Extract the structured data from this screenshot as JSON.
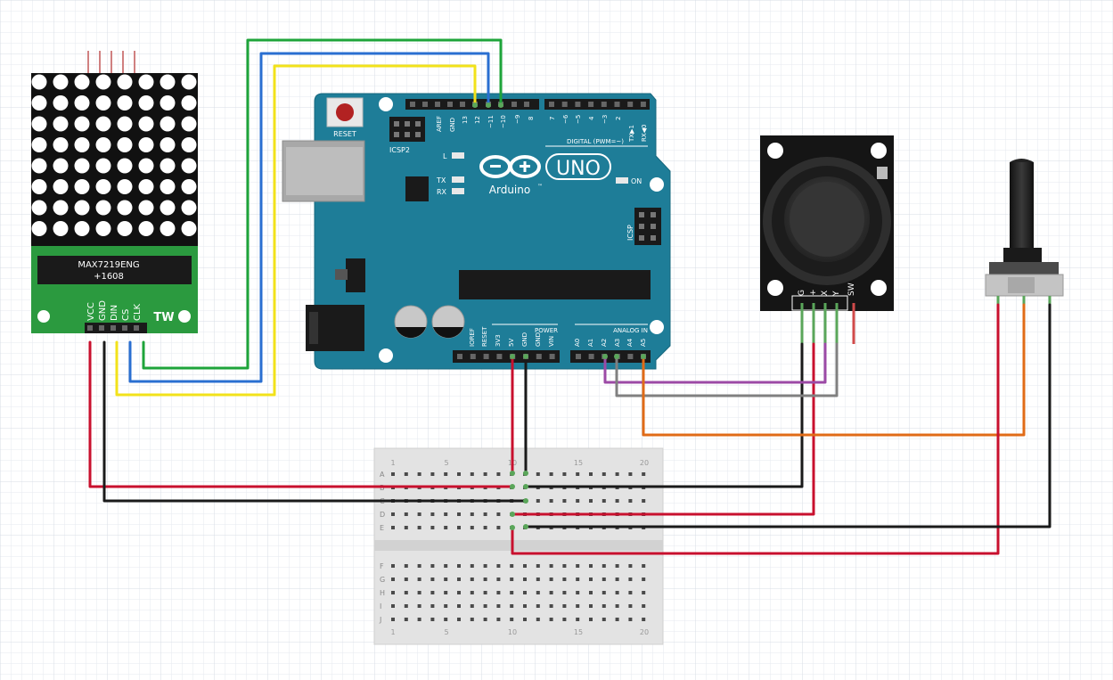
{
  "matrix": {
    "chip_label": "MAX7219ENG",
    "chip_code": "+1608",
    "brand": "TW",
    "pins": [
      "VCC",
      "GND",
      "DIN",
      "CS",
      "CLK"
    ]
  },
  "arduino": {
    "reset_label": "RESET",
    "icsp2_label": "ICSP2",
    "icsp_label": "ICSP",
    "led_l": "L",
    "led_tx": "TX",
    "led_rx": "RX",
    "led_on": "ON",
    "digital_label": "DIGITAL (PWM=~)",
    "brand": "Arduino",
    "tm": "™",
    "model": "UNO",
    "power_label": "POWER",
    "analog_label": "ANALOG IN",
    "digital_pins": [
      "AREF",
      "GND",
      "13",
      "12",
      "~11",
      "~10",
      "~9",
      "8",
      "7",
      "~6",
      "~5",
      "4",
      "~3",
      "2",
      "TX▶1",
      "RX◀0"
    ],
    "power_pins": [
      "IOREF",
      "RESET",
      "3V3",
      "5V",
      "GND",
      "GND",
      "VIN"
    ],
    "analog_pins": [
      "A0",
      "A1",
      "A2",
      "A3",
      "A4",
      "A5"
    ]
  },
  "joystick": {
    "pins": [
      "G",
      "+",
      "X",
      "Y",
      "SW"
    ]
  },
  "breadboard": {
    "rows_top": [
      "A",
      "B",
      "C",
      "D",
      "E"
    ],
    "rows_bottom": [
      "F",
      "G",
      "H",
      "I",
      "J"
    ],
    "col_numbers": [
      "1",
      "5",
      "10",
      "15",
      "20"
    ]
  },
  "colors": {
    "wire_red": "#c8102e",
    "wire_black": "#1a1a1a",
    "wire_green": "#1ea43a",
    "wire_blue": "#2a6fd1",
    "wire_yellow": "#f2e21a",
    "wire_purple": "#9c4aa6",
    "wire_gray": "#808080",
    "wire_orange": "#e06b17",
    "arduino_board": "#1e7d98",
    "matrix_pcb": "#2b9a3f"
  }
}
